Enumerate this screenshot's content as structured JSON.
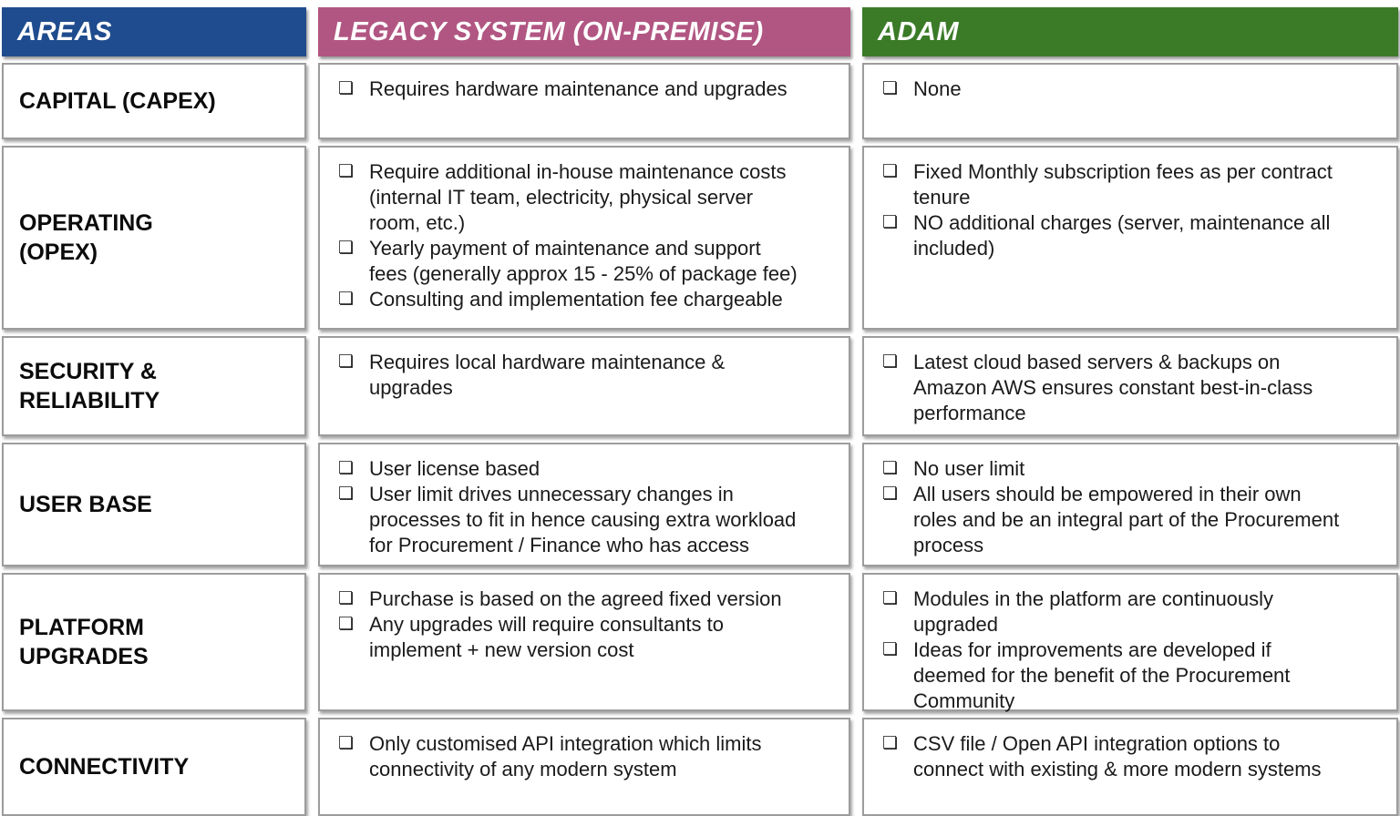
{
  "table": {
    "bullet_char": "❏",
    "columns": [
      {
        "label": "AREAS",
        "color": "#1F4C8E"
      },
      {
        "label": "LEGACY SYSTEM (ON-PREMISE)",
        "color": "#B15682"
      },
      {
        "label": "ADAM",
        "color": "#3B7B28"
      }
    ],
    "rows": [
      {
        "area": "CAPITAL (CAPEX)",
        "legacy": [
          "Requires hardware maintenance and upgrades"
        ],
        "adam": [
          "None"
        ]
      },
      {
        "area": "OPERATING\n(OPEX)",
        "legacy": [
          "Require additional in-house maintenance costs (internal IT team, electricity, physical server room, etc.)",
          "Yearly payment of maintenance and support fees (generally approx 15 - 25% of package fee)",
          "Consulting and implementation fee chargeable"
        ],
        "adam": [
          "Fixed Monthly subscription fees as per contract tenure",
          "NO additional charges (server, maintenance all included)"
        ]
      },
      {
        "area": "SECURITY &\nRELIABILITY",
        "legacy": [
          "Requires local hardware maintenance & upgrades"
        ],
        "adam": [
          "Latest cloud based servers & backups on Amazon AWS ensures constant best-in-class performance"
        ]
      },
      {
        "area": "USER BASE",
        "legacy": [
          "User license based",
          "User limit drives unnecessary changes in processes to fit in hence causing extra workload for Procurement / Finance who has access"
        ],
        "adam": [
          "No user limit",
          "All users should be empowered in their own roles and be an integral part of the Procurement process"
        ]
      },
      {
        "area": "PLATFORM\nUPGRADES",
        "legacy": [
          "Purchase is based on the agreed fixed version",
          "Any upgrades will require consultants to implement + new version cost"
        ],
        "adam": [
          "Modules in the platform are continuously upgraded",
          "Ideas for improvements are developed if deemed for the benefit of the Procurement Community"
        ]
      },
      {
        "area": "CONNECTIVITY",
        "legacy": [
          "Only customised API integration which limits connectivity of any modern system"
        ],
        "adam": [
          "CSV file / Open API integration options to connect with existing & more modern systems"
        ]
      }
    ]
  }
}
